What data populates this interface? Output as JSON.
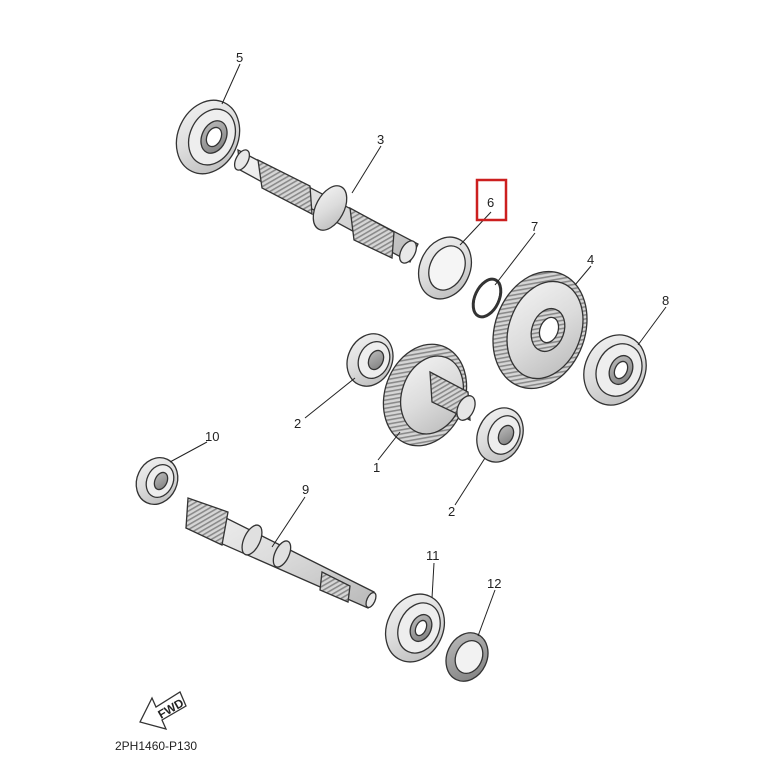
{
  "diagram": {
    "drawing_code": "2PH1460-P130",
    "fwd_label": "FWD",
    "highlight_color": "#cc1f1f",
    "highlighted_callout": "6",
    "callouts": {
      "c1": "1",
      "c2a": "2",
      "c2b": "2",
      "c3": "3",
      "c4": "4",
      "c5": "5",
      "c6": "6",
      "c7": "7",
      "c8": "8",
      "c9": "9",
      "c10": "10",
      "c11": "11",
      "c12": "12"
    }
  }
}
